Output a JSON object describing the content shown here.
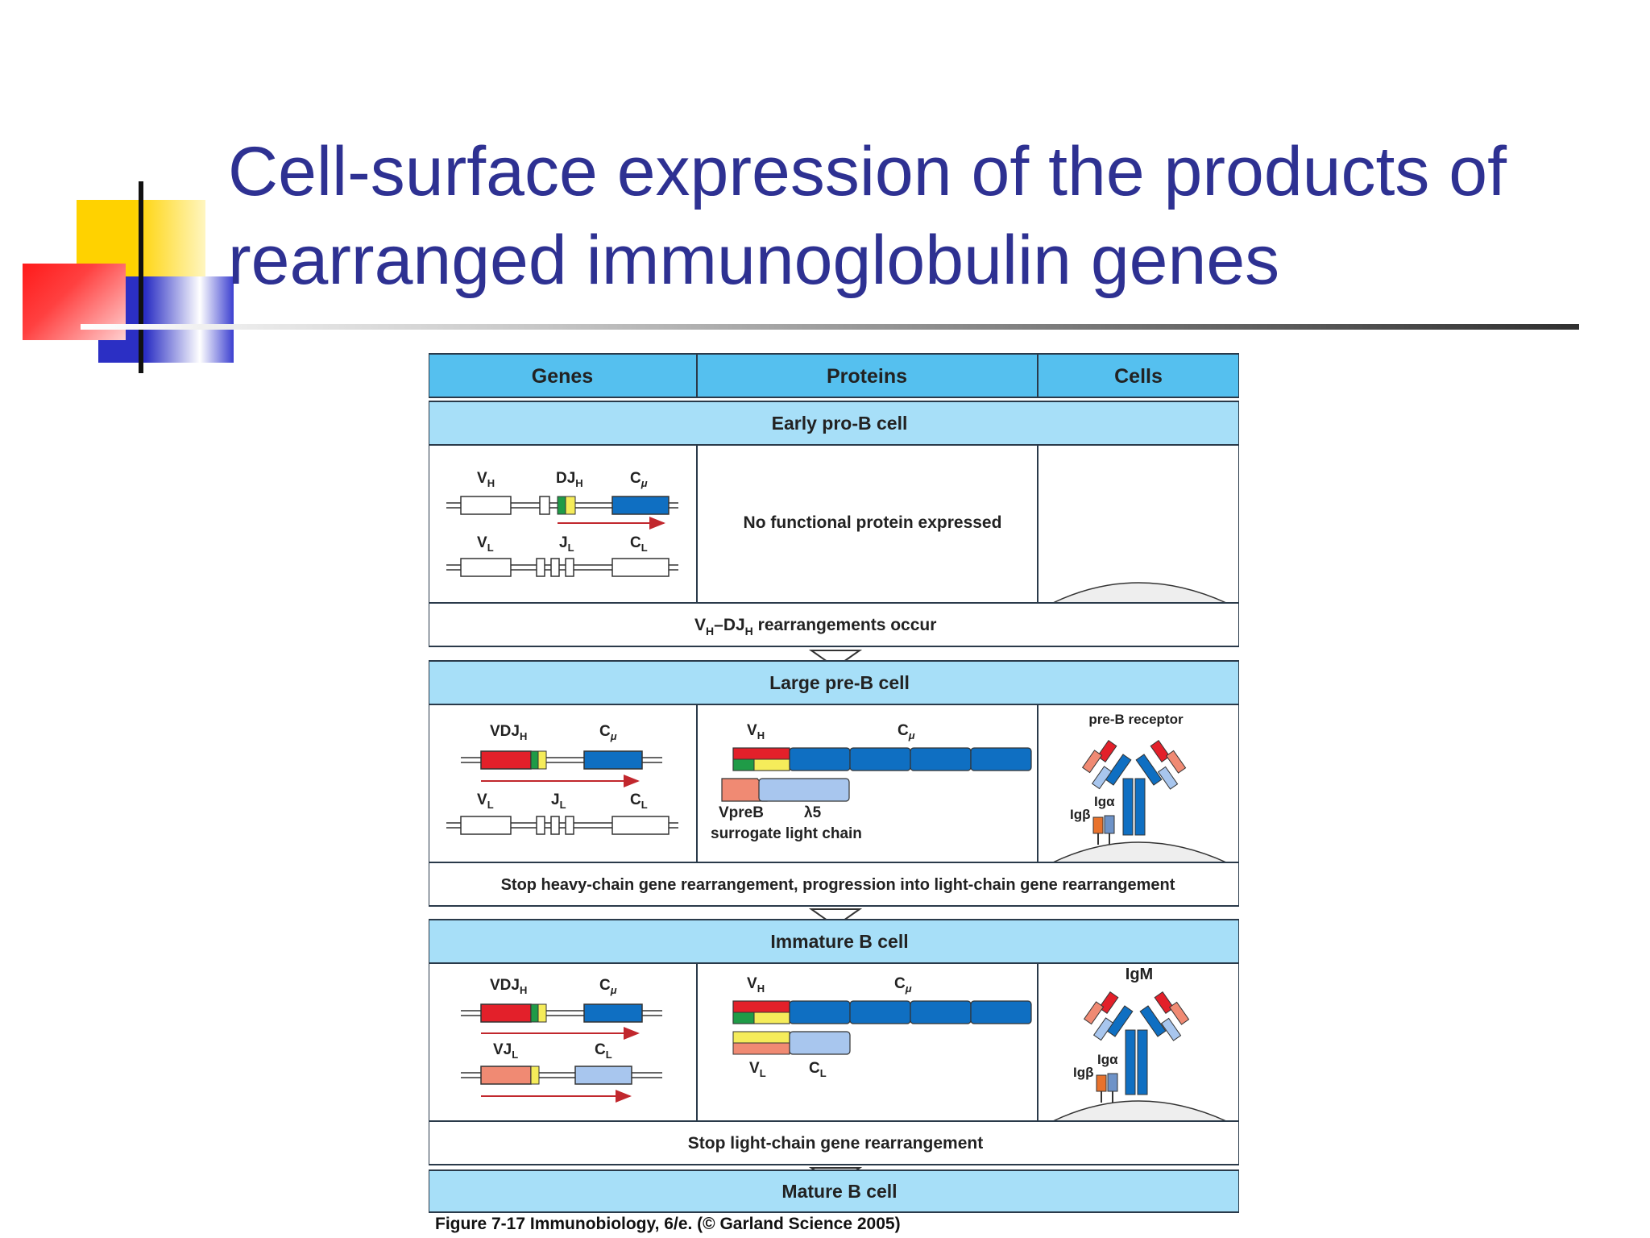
{
  "slide": {
    "title_line1": "Cell-surface expression of the products of",
    "title_line2": "rearranged immunoglobulin genes"
  },
  "figure": {
    "headers": [
      "Genes",
      "Proteins",
      "Cells"
    ],
    "caption": "Figure 7-17  Immunobiology, 6/e. (© Garland Science 2005)",
    "colors": {
      "header_fill": "#55c0ef",
      "stage_fill": "#a7dff8",
      "constant_mu": "#0f6fc2",
      "variable_red": "#e3202a",
      "d_green": "#1f9b47",
      "j_yellow": "#f5ec5a",
      "light_salmon": "#f08a73",
      "light_constant": "#a8c6ee",
      "arrow_red": "#c1272d"
    },
    "stages": [
      {
        "name": "Early pro-B cell",
        "genes": {
          "vh": "V",
          "djh": "DJ",
          "cmu": "C",
          "vl": "V",
          "jl": "J",
          "cl": "C",
          "sub_h": "H",
          "sub_l": "L",
          "mu": "μ"
        },
        "proteins": {
          "text": "No functional protein expressed"
        },
        "transition": {
          "v": "V",
          "sub_h": "H",
          "dj": "–DJ",
          "rest": "rearrangements occur"
        }
      },
      {
        "name": "Large pre-B cell",
        "genes": {
          "vdjh": "VDJ",
          "cmu": "C",
          "vl": "V",
          "jl": "J",
          "cl": "C",
          "sub_h": "H",
          "sub_l": "L",
          "mu": "μ"
        },
        "proteins": {
          "vh": "V",
          "cmu": "C",
          "sub_h": "H",
          "mu": "μ",
          "vpreb": "VpreB",
          "lambda5": "λ5",
          "surrogate": "surrogate light chain"
        },
        "cells": {
          "receptor": "pre-B receptor",
          "iga": "Igα",
          "igb": "Igβ"
        },
        "transition": {
          "text": "Stop heavy-chain gene rearrangement, progression into light-chain gene rearrangement"
        }
      },
      {
        "name": "Immature B cell",
        "genes": {
          "vdjh": "VDJ",
          "cmu": "C",
          "vjl": "VJ",
          "cl": "C",
          "sub_h": "H",
          "sub_l": "L",
          "mu": "μ"
        },
        "proteins": {
          "vh": "V",
          "cmu": "C",
          "vl": "V",
          "cl": "C",
          "sub_h": "H",
          "sub_l": "L",
          "mu": "μ"
        },
        "cells": {
          "receptor": "IgM",
          "iga": "Igα",
          "igb": "Igβ"
        },
        "transition": {
          "text": "Stop light-chain gene rearrangement"
        }
      },
      {
        "name": "Mature B cell"
      }
    ]
  }
}
